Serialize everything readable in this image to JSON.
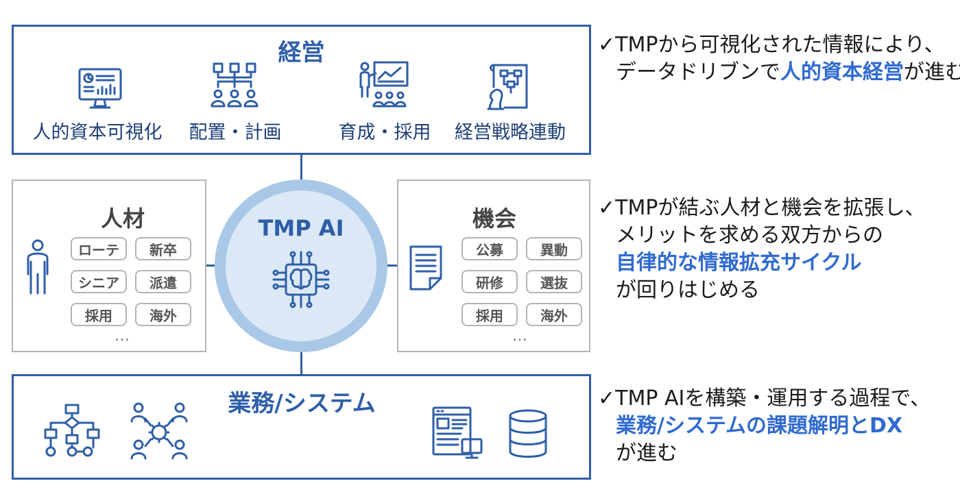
{
  "management": {
    "title": "経営",
    "items": [
      "人的資本可視化",
      "配置・計画",
      "育成・採用",
      "経営戦略連動"
    ],
    "icons": [
      "dashboard-monitor-icon",
      "org-chart-icon",
      "presentation-icon",
      "strategy-chess-icon"
    ]
  },
  "talent": {
    "title": "人材",
    "tags": [
      "ローテ",
      "新卒",
      "シニア",
      "派遣",
      "採用",
      "海外"
    ],
    "more": "…",
    "icon": "person-icon"
  },
  "opportunity": {
    "title": "機会",
    "tags": [
      "公募",
      "異動",
      "研修",
      "選抜",
      "採用",
      "海外"
    ],
    "more": "…",
    "icon": "document-icon"
  },
  "center": {
    "title": "TMP AI",
    "icon": "ai-chip-brain-icon"
  },
  "business": {
    "title": "業務/システム",
    "icons": [
      "flowchart-icon",
      "team-gear-icon",
      "web-app-icon",
      "database-icon"
    ]
  },
  "notes": [
    {
      "check": "✓",
      "line1": "TMPから可視化された情報により、",
      "line2_pre": "データドリブンで",
      "line2_hl": "人的資本経営",
      "line2_post": "が進む"
    },
    {
      "check": "✓",
      "line1": "TMPが結ぶ人材と機会を拡張し、",
      "line2": "メリットを求める双方からの",
      "line3_hl": "自律的な情報拡充サイクル",
      "line4": "が回りはじめる"
    },
    {
      "check": "✓",
      "line1": "TMP AIを構築・運用する過程で、",
      "line2_hl": "業務/システムの課題解明とDX",
      "line3": "が進む"
    }
  ],
  "colors": {
    "accent": "#2e5ea8",
    "highlight": "#2f6ad0",
    "ring": "#a9c8e8",
    "center_fill": "#dbe9f6"
  }
}
